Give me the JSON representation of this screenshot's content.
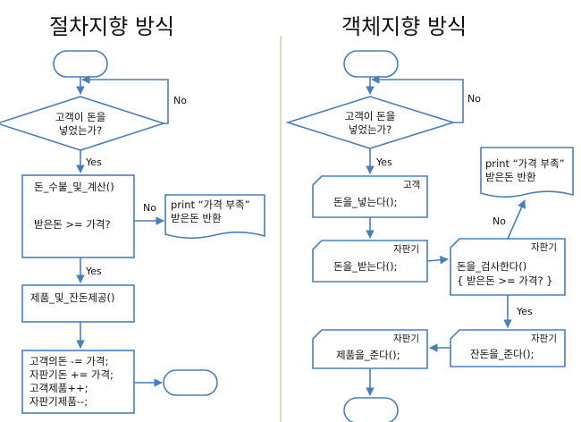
{
  "left": {
    "title": "절차지향 방식",
    "decision": [
      "고객이 돈을",
      "넣었는가?"
    ],
    "no": "No",
    "yes1": "Yes",
    "process1": {
      "header": "돈_수불_및_계산()",
      "body": "받은돈 >= 가격?"
    },
    "no2": "No",
    "output": [
      "print “가격 부족”",
      "받은돈 반환"
    ],
    "yes2": "Yes",
    "process2": "제품_및_잔돈제공()",
    "process3": [
      "고객의돈 -= 가격;",
      "자판기돈 += 가격;",
      "고객제품++;",
      "자판기제품--;"
    ]
  },
  "right": {
    "title": "객체지향 방식",
    "decision": [
      "고객이 돈을",
      "넣었는가?"
    ],
    "no": "No",
    "yes": "Yes",
    "box1": {
      "tag": "고객",
      "text": "돈을_넣는다();"
    },
    "box2": {
      "tag": "자판기",
      "text": "돈을_받는다();"
    },
    "box3": {
      "tag": "자판기",
      "line1": "돈을_검사한다()",
      "line2": "{ 받은돈 >= 가격? }"
    },
    "no2": "No",
    "output": [
      "print “가격 부족”",
      "받은돈 반환"
    ],
    "yes2": "Yes",
    "box4": {
      "tag": "자판기",
      "text": "잔돈을_준다();"
    },
    "box5": {
      "tag": "자판기",
      "text": "제품을_준다();"
    }
  },
  "colors": {
    "shape_stroke": "#4a7ebb",
    "divider": "#c8c099"
  }
}
